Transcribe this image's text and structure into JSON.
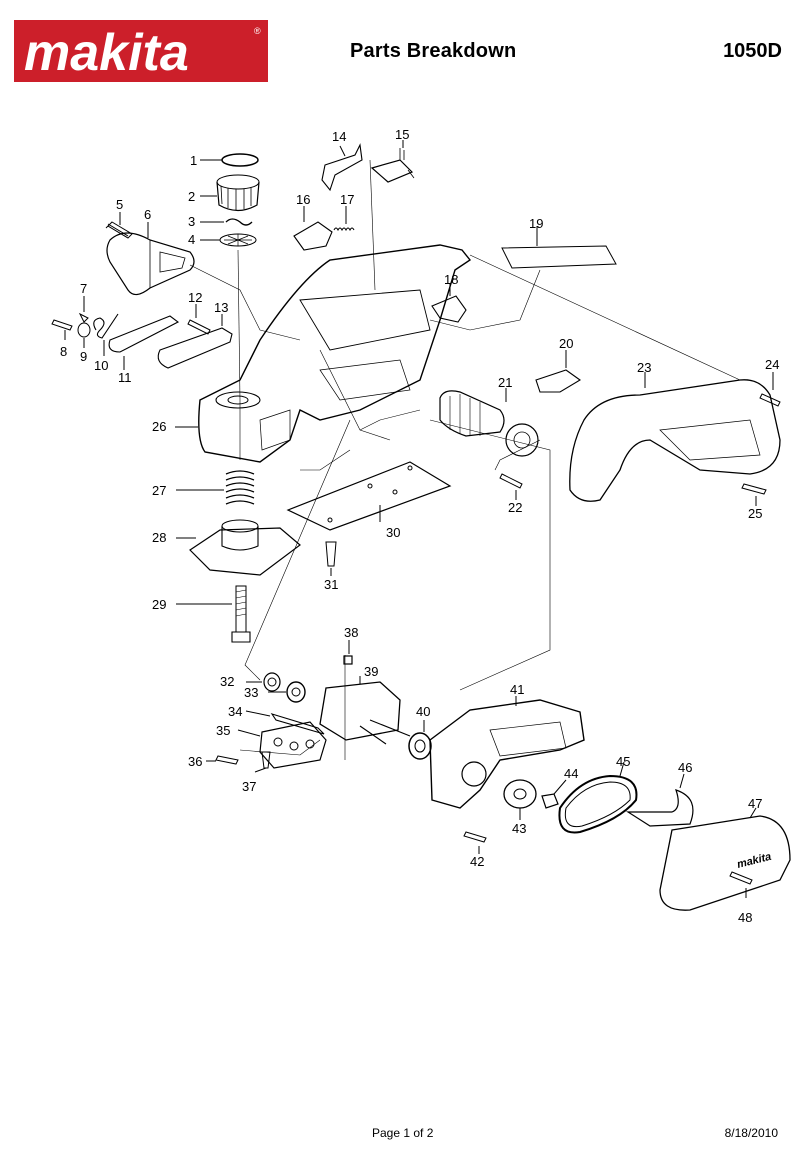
{
  "header": {
    "brand": "makita",
    "registered_mark": "®",
    "title": "Parts Breakdown",
    "model": "1050D"
  },
  "colors": {
    "brand_red": "#cc1f2a",
    "ink": "#000000",
    "paper": "#ffffff"
  },
  "callouts": [
    "1",
    "2",
    "3",
    "4",
    "5",
    "6",
    "7",
    "8",
    "9",
    "10",
    "11",
    "12",
    "13",
    "14",
    "15",
    "16",
    "17",
    "18",
    "19",
    "20",
    "21",
    "22",
    "23",
    "24",
    "25",
    "26",
    "27",
    "28",
    "29",
    "30",
    "31",
    "32",
    "33",
    "34",
    "35",
    "36",
    "37",
    "38",
    "39",
    "40",
    "41",
    "42",
    "43",
    "44",
    "45",
    "46",
    "47",
    "48"
  ],
  "footer": {
    "page": "Page 1 of 2",
    "date": "8/18/2010"
  }
}
